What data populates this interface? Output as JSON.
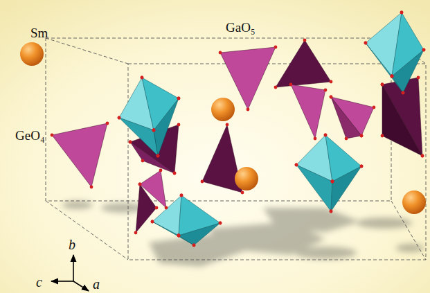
{
  "diagram": {
    "labels": [
      "Sm",
      "GeO₄",
      "GaO₅",
      "b",
      "c",
      "a"
    ]
  }
}
